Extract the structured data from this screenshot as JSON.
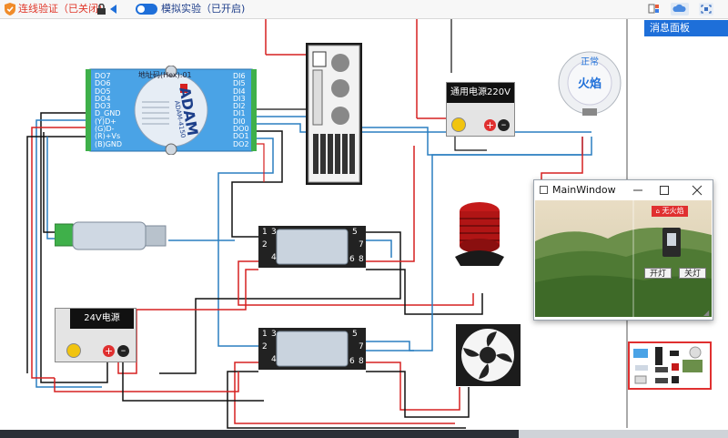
{
  "toolbar": {
    "verify_label": "连线验证（已关闭)",
    "sim_label": "模拟实验（已开启)"
  },
  "message_panel": {
    "label": "消息面板"
  },
  "devices": {
    "adam": {
      "brand": "ADAM",
      "model": "ADAM-4150",
      "address_label": "地址码(Hex):01",
      "left_pins": [
        "DO7",
        "DO6",
        "DO5",
        "DO4",
        "DO3",
        "D_GND",
        "(Y)D+",
        "(G)D-",
        "(R)+Vs",
        "(B)GND"
      ],
      "right_pins": [
        "DI6",
        "DI5",
        "DI4",
        "DI3",
        "DI2",
        "DI1",
        "DI0",
        "DO0",
        "DO1",
        "DO2"
      ]
    },
    "psu220": {
      "label": "通用电源220V"
    },
    "psu24": {
      "label": "24V电源"
    },
    "flame": {
      "status": "正常",
      "label": "火焰"
    },
    "relay1": {
      "pins_top": [
        "1",
        "2"
      ],
      "pins_right": [
        "5",
        "7"
      ],
      "pins_left": [
        "3",
        "4"
      ],
      "pins_bottom": [
        "6",
        "8"
      ]
    },
    "relay2": {
      "pins_top": [
        "1",
        "2"
      ],
      "pins_right": [
        "5",
        "7"
      ],
      "pins_left": [
        "3",
        "4"
      ],
      "pins_bottom": [
        "6",
        "8"
      ]
    }
  },
  "main_window": {
    "title": "MainWindow",
    "fire_status": "无火焰",
    "btn_on": "开灯",
    "btn_off": "关灯"
  },
  "colors": {
    "accent": "#1e6fd9",
    "wire_red": "#d62020",
    "wire_blue": "#2a7fc0",
    "wire_black": "#111111"
  }
}
